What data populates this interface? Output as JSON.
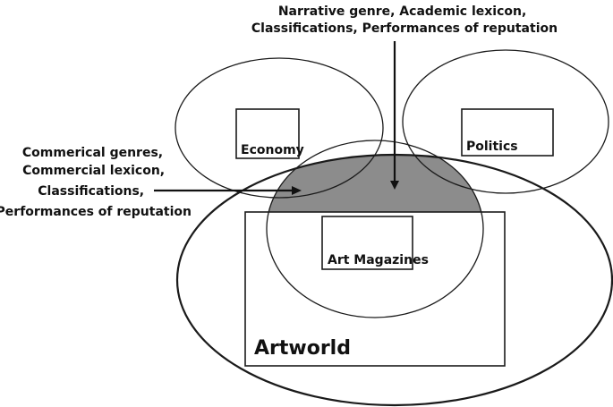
{
  "diagram": {
    "top_annotation": {
      "line1": "Narrative genre, Academic lexicon,",
      "line2": "Classifications, Performances of reputation"
    },
    "left_annotation": {
      "line1": "Commerical genres,",
      "line2": "Commercial lexicon,",
      "line3": "Classifications,",
      "line4": "Performances of reputation"
    },
    "labels": {
      "economy": "Economy",
      "politics": "Politics",
      "art_magazines": "Art Magazines",
      "artworld": "Artworld"
    },
    "colors": {
      "stroke": "#1a1a1a",
      "overlap_fill": "#8c8c8c",
      "background": "#ffffff"
    }
  }
}
